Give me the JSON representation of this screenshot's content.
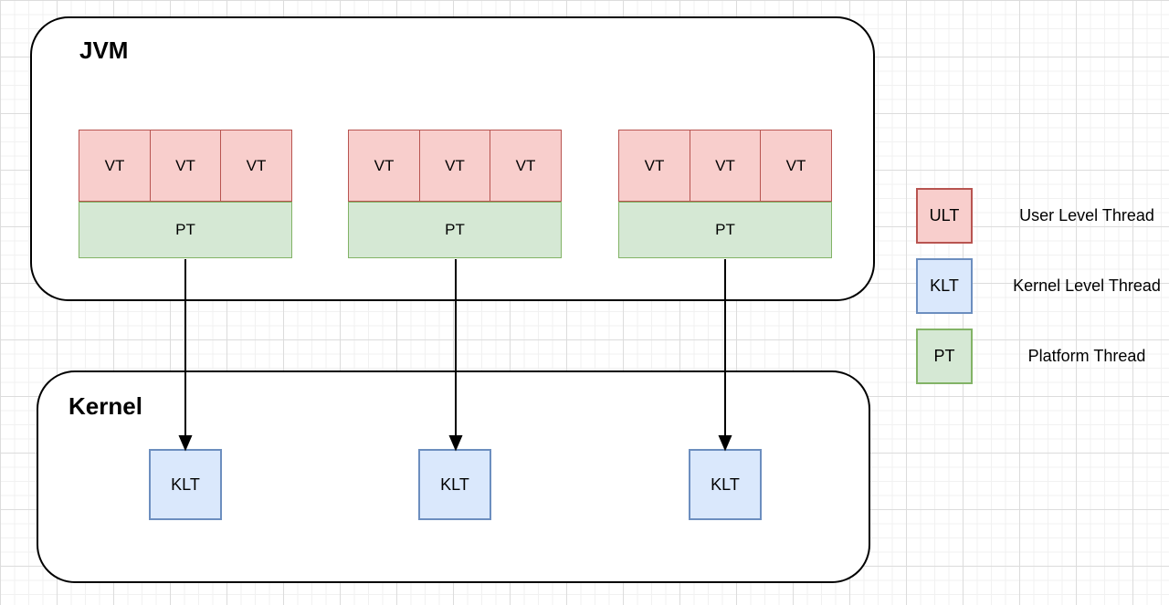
{
  "diagram": {
    "jvm": {
      "title": "JVM"
    },
    "kernel": {
      "title": "Kernel"
    },
    "groups": [
      {
        "vts": [
          "VT",
          "VT",
          "VT"
        ],
        "pt": "PT"
      },
      {
        "vts": [
          "VT",
          "VT",
          "VT"
        ],
        "pt": "PT"
      },
      {
        "vts": [
          "VT",
          "VT",
          "VT"
        ],
        "pt": "PT"
      }
    ],
    "klts": [
      "KLT",
      "KLT",
      "KLT"
    ],
    "arrow_count": 3
  },
  "legend": {
    "items": [
      {
        "abbr": "ULT",
        "label": "User Level Thread",
        "fill": "#f8cecc",
        "border": "#b85450"
      },
      {
        "abbr": "KLT",
        "label": "Kernel Level Thread",
        "fill": "#dae8fc",
        "border": "#6c8ebf"
      },
      {
        "abbr": "PT",
        "label": "Platform Thread",
        "fill": "#d5e8d4",
        "border": "#82b366"
      }
    ]
  },
  "colors": {
    "vt_fill": "#f8cecc",
    "vt_border": "#b85450",
    "pt_fill": "#d5e8d4",
    "pt_border": "#82b366",
    "klt_fill": "#dae8fc",
    "klt_border": "#6c8ebf",
    "container_border": "#000000",
    "arrow": "#000000",
    "grid_major": "#dcdcdc",
    "grid_minor": "#f1f1f1"
  }
}
